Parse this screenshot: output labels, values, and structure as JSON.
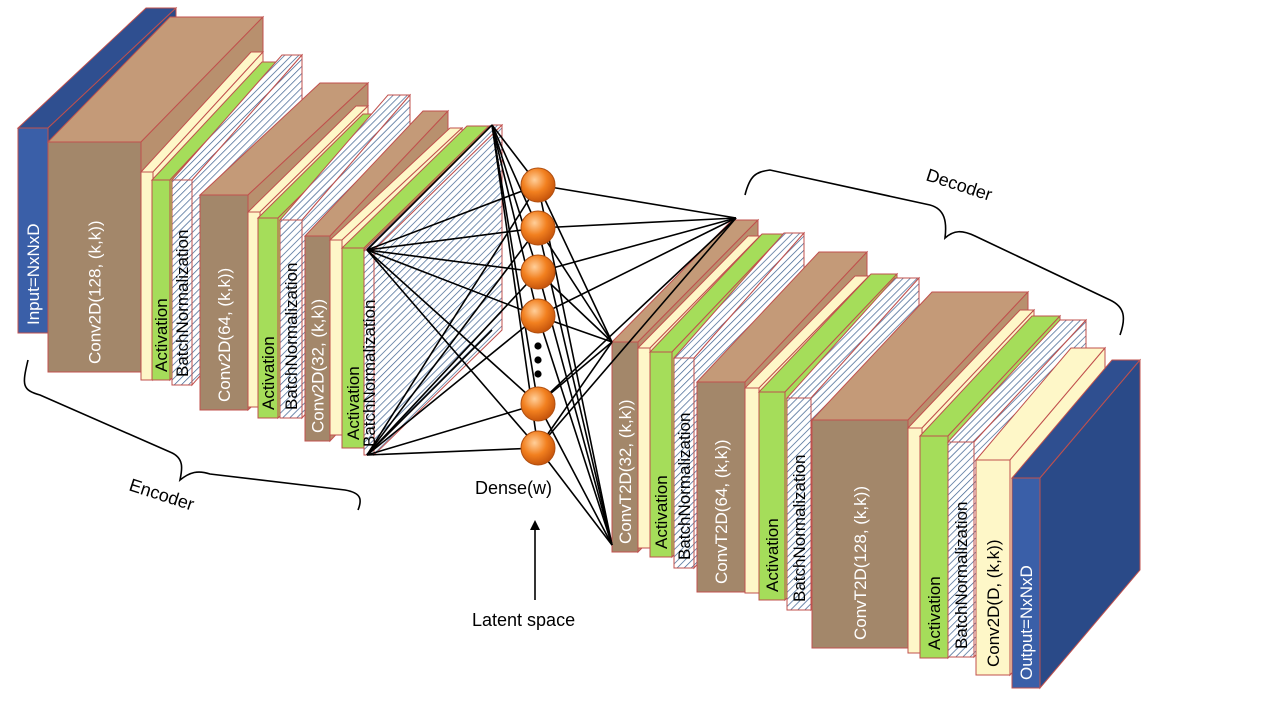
{
  "colors": {
    "input_blue": "#3a5fa8",
    "conv_front": "#a3876a",
    "conv_top": "#c49a78",
    "activation_front": "#fef7c8",
    "activation_top": "#fdebc0",
    "batchnorm_front": "#a5dd5a",
    "hatch": "#3b5f8e",
    "border": "#c0504d"
  },
  "encoder": {
    "input_label": "Input=NxNxD",
    "layers": [
      {
        "conv": "Conv2D(128, (k,k))",
        "activation": "Activation",
        "batchnorm": "BatchNormalization"
      },
      {
        "conv": "Conv2D(64, (k,k))",
        "activation": "Activation",
        "batchnorm": "BatchNormalization"
      },
      {
        "conv": "Conv2D(32, (k,k))",
        "activation": "Activation",
        "batchnorm": "BatchNormalization"
      }
    ]
  },
  "decoder": {
    "layers": [
      {
        "conv": "ConvT2D(32, (k,k))",
        "activation": "Activation",
        "batchnorm": "BatchNormalization"
      },
      {
        "conv": "ConvT2D(64, (k,k))",
        "activation": "Activation",
        "batchnorm": "BatchNormalization"
      },
      {
        "conv": "ConvT2D(128, (k,k))",
        "activation": "Activation",
        "batchnorm": "BatchNormalization"
      }
    ],
    "final_conv": "Conv2D(D, (k,k))",
    "output_label": "Output=NxNxD"
  },
  "dense": {
    "label": "Dense(w)",
    "node_count": 6
  },
  "annotations": {
    "encoder": "Encoder",
    "decoder": "Decoder",
    "latent": "Latent space"
  }
}
